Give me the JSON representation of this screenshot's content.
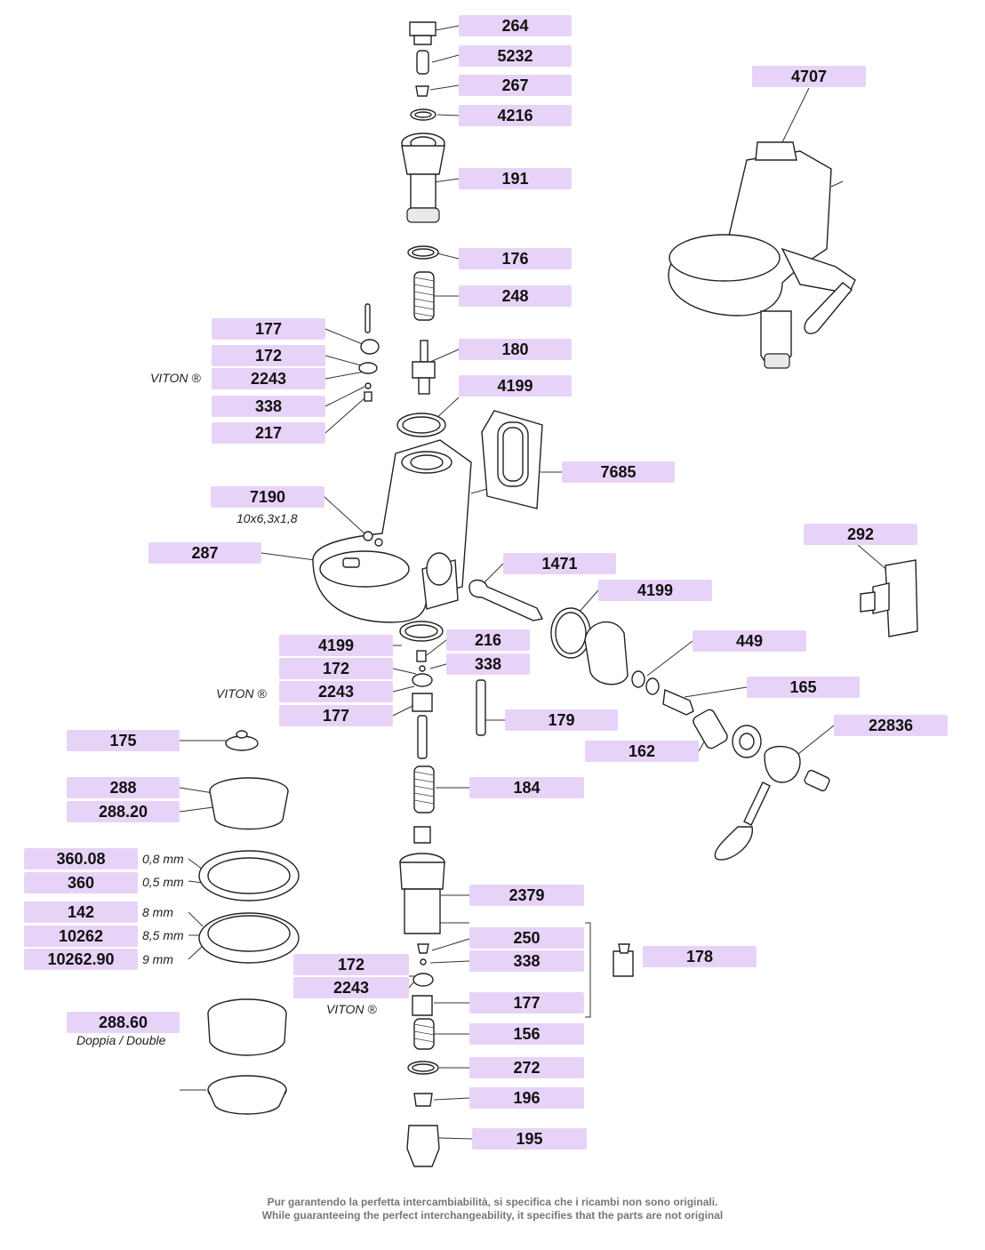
{
  "labels": {
    "p264": "264",
    "p5232": "5232",
    "p267": "267",
    "p4216": "4216",
    "p191": "191",
    "p176": "176",
    "p248": "248",
    "p180": "180",
    "p4199a": "4199",
    "p7685": "7685",
    "p4707": "4707",
    "p177a": "177",
    "p172a": "172",
    "p2243a": "2243",
    "p338a": "338",
    "p217": "217",
    "p7190": "7190",
    "p287": "287",
    "p1471": "1471",
    "p4199b": "4199",
    "p292": "292",
    "p4199c": "4199",
    "p216": "216",
    "p172b": "172",
    "p338b": "338",
    "p2243b": "2243",
    "p177b": "177",
    "p449": "449",
    "p165": "165",
    "p179": "179",
    "p175": "175",
    "p162": "162",
    "p22836": "22836",
    "p288": "288",
    "p28820": "288.20",
    "p184": "184",
    "p36008": "360.08",
    "p360": "360",
    "p2379": "2379",
    "p142": "142",
    "p10262": "10262",
    "p1026290": "10262.90",
    "p250": "250",
    "p338c": "338",
    "p178": "178",
    "p172c": "172",
    "p2243c": "2243",
    "p177c": "177",
    "p28860": "288.60",
    "p156": "156",
    "p272": "272",
    "p196": "196",
    "p195": "195"
  },
  "notes": {
    "viton_a": "VITON ®",
    "viton_b": "VITON ®",
    "viton_c": "VITON ®",
    "size_7190": "10x6,3x1,8",
    "mm_08": "0,8 mm",
    "mm_05": "0,5 mm",
    "mm_8": "8 mm",
    "mm_85": "8,5 mm",
    "mm_9": "9 mm",
    "double": "Doppia / Double"
  },
  "footer": {
    "line_it": "Pur garantendo la perfetta intercambiabilità, si specifica che i ricambi non sono originali.",
    "line_en": "While guaranteeing the perfect interchangeability, it specifies that the parts are not original"
  },
  "colors": {
    "label_fill": "#e7d3f7",
    "line": "#333333",
    "footer_text": "#777777"
  }
}
